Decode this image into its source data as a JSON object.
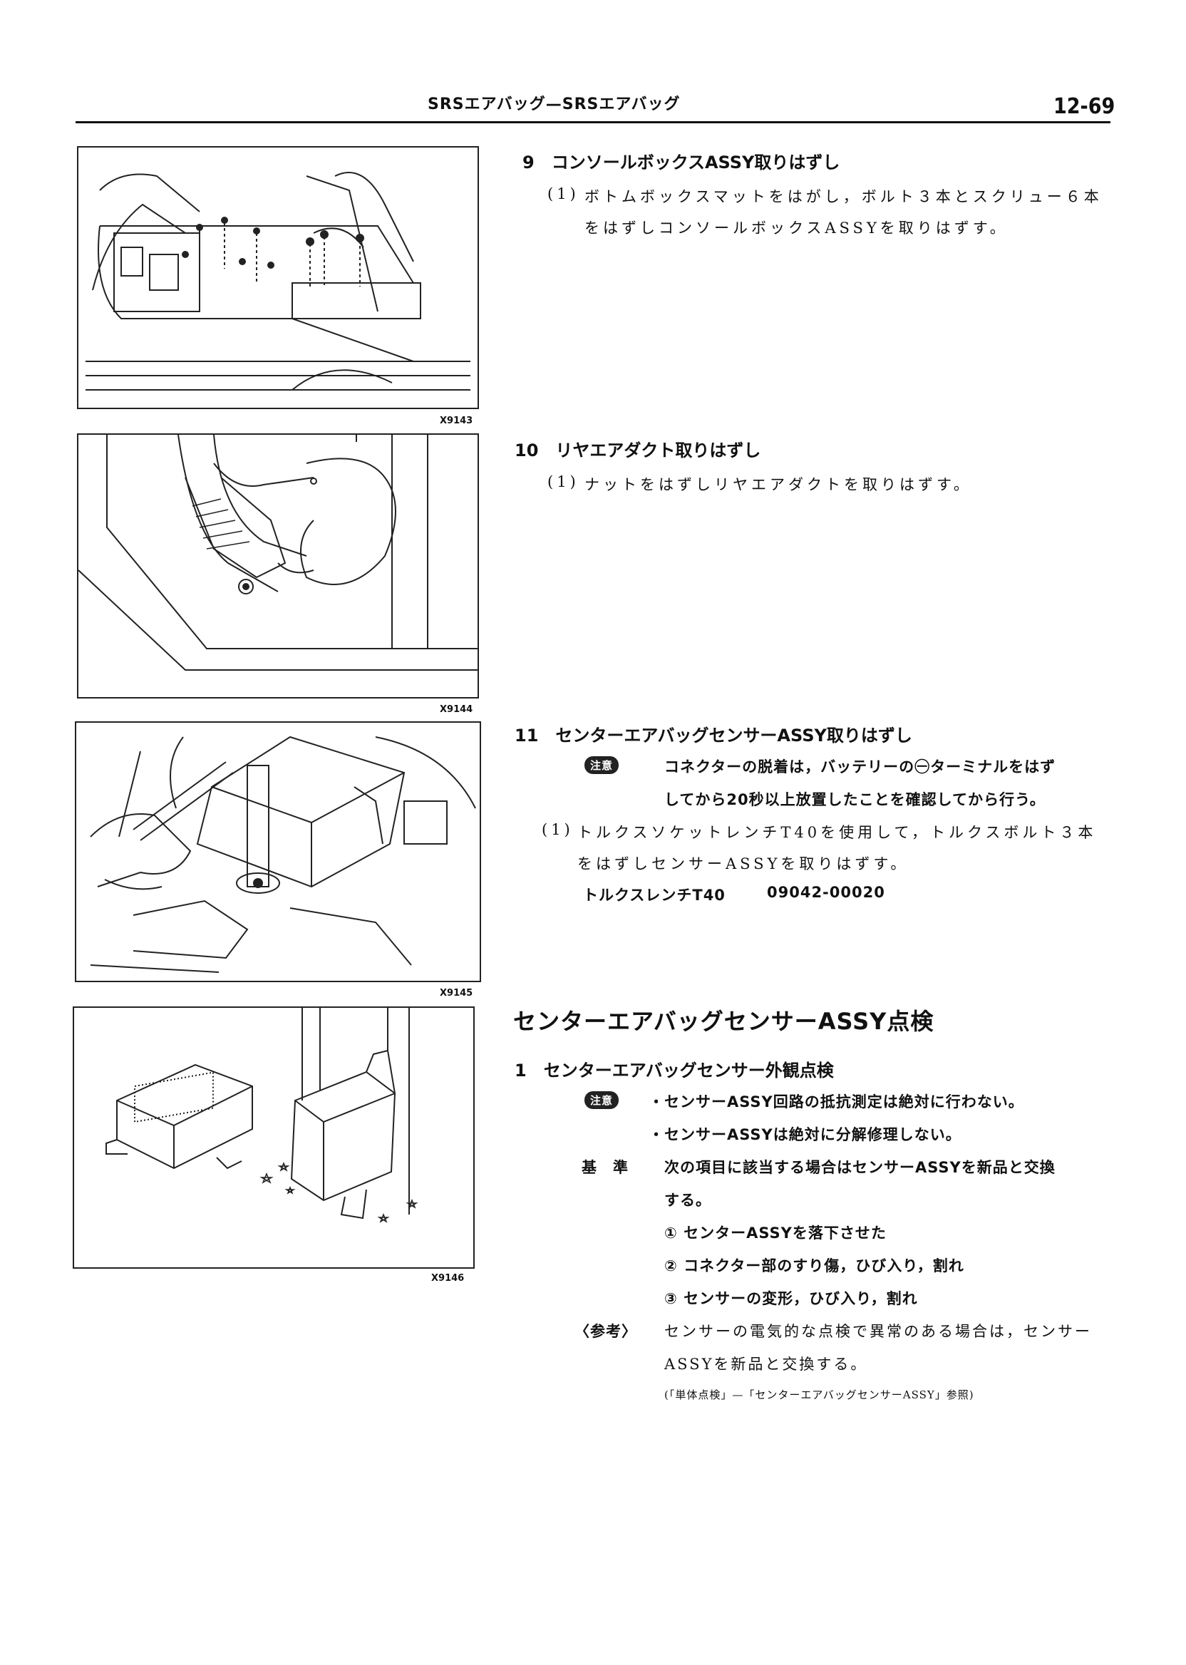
{
  "header": {
    "title": "SRSエアバッグ—SRSエアバッグ",
    "page": "12-69"
  },
  "figures": [
    {
      "id": "X9143"
    },
    {
      "id": "X9144"
    },
    {
      "id": "X9145"
    },
    {
      "id": "X9146"
    }
  ],
  "step9": {
    "title": "9　コンソールボックスASSY取りはずし",
    "sub_no": "(1)",
    "line1": "ボトムボックスマットをはがし，ボルト３本とスクリュー６本",
    "line2": "をはずしコンソールボックスASSYを取りはずす。"
  },
  "step10": {
    "title": "10　リヤエアダクト取りはずし",
    "sub_no": "(1)",
    "line1": "ナットをはずしリヤエアダクトを取りはずす。"
  },
  "step11": {
    "title": "11　センターエアバッグセンサーASSY取りはずし",
    "caution_badge": "注意",
    "caution1": "コネクターの脱着は，バッテリーの㊀ターミナルをはず",
    "caution2": "してから20秒以上放置したことを確認してから行う。",
    "sub_no": "(1)",
    "line1": "トルクスソケットレンチT40を使用して，トルクスボルト３本",
    "line2": "をはずしセンサーASSYを取りはずす。",
    "tool_name": "トルクスレンチT40",
    "tool_no": "09042-00020"
  },
  "inspection": {
    "heading": "センターエアバッグセンサーASSY点検",
    "step_title": "1　センターエアバッグセンサー外観点検",
    "caution_badge": "注意",
    "caution1": "・センサーASSY回路の抵抗測定は絶対に行わない。",
    "caution2": "・センサーASSYは絶対に分解修理しない。",
    "criteria_label": "基　準",
    "criteria1": "次の項目に該当する場合はセンサーASSYを新品と交換",
    "criteria2": "する。",
    "item1": "①  センターASSYを落下させた",
    "item2": "②  コネクター部のすり傷，ひび入り，割れ",
    "item3": "③  センサーの変形，ひび入り，割れ",
    "ref_label": "〈参考〉",
    "ref1": "センサーの電気的な点検で異常のある場合は，センサー",
    "ref2": "ASSYを新品と交換する。",
    "ref3": "(「単体点検」—「センターエアバッグセンサーASSY」参照)"
  }
}
